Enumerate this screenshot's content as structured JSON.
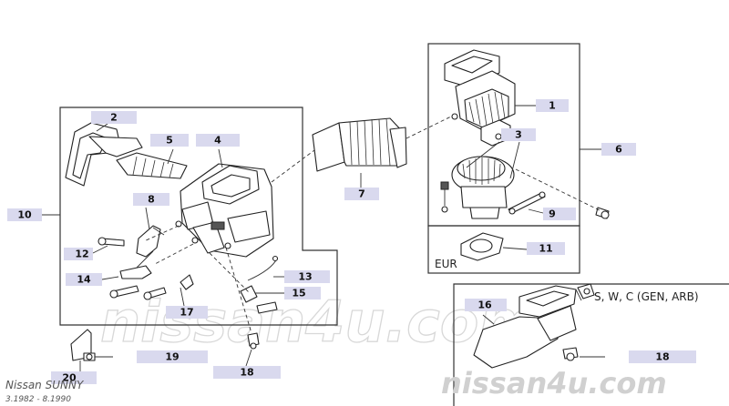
{
  "callouts": {
    "c1": "1",
    "c2": "2",
    "c3": "3",
    "c4": "4",
    "c5": "5",
    "c6": "6",
    "c7": "7",
    "c8": "8",
    "c9": "9",
    "c10": "10",
    "c11": "11",
    "c12": "12",
    "c13": "13",
    "c14": "14",
    "c15": "15",
    "c16": "16",
    "c17": "17",
    "c18a": "18",
    "c18b": "18",
    "c19": "19",
    "c20": "20"
  },
  "labels": {
    "eur": "EUR",
    "variant": "S, W, C (GEN, ARB)"
  },
  "model": {
    "name": "Nissan SUNNY",
    "dates": "3.1982 - 8.1990"
  },
  "watermark": {
    "center": "nissan4u.com",
    "corner": "nissan4u.com"
  },
  "colors": {
    "callout_fill": "#d9d9ee",
    "line": "#333333",
    "watermark": "#d8d8d8"
  }
}
